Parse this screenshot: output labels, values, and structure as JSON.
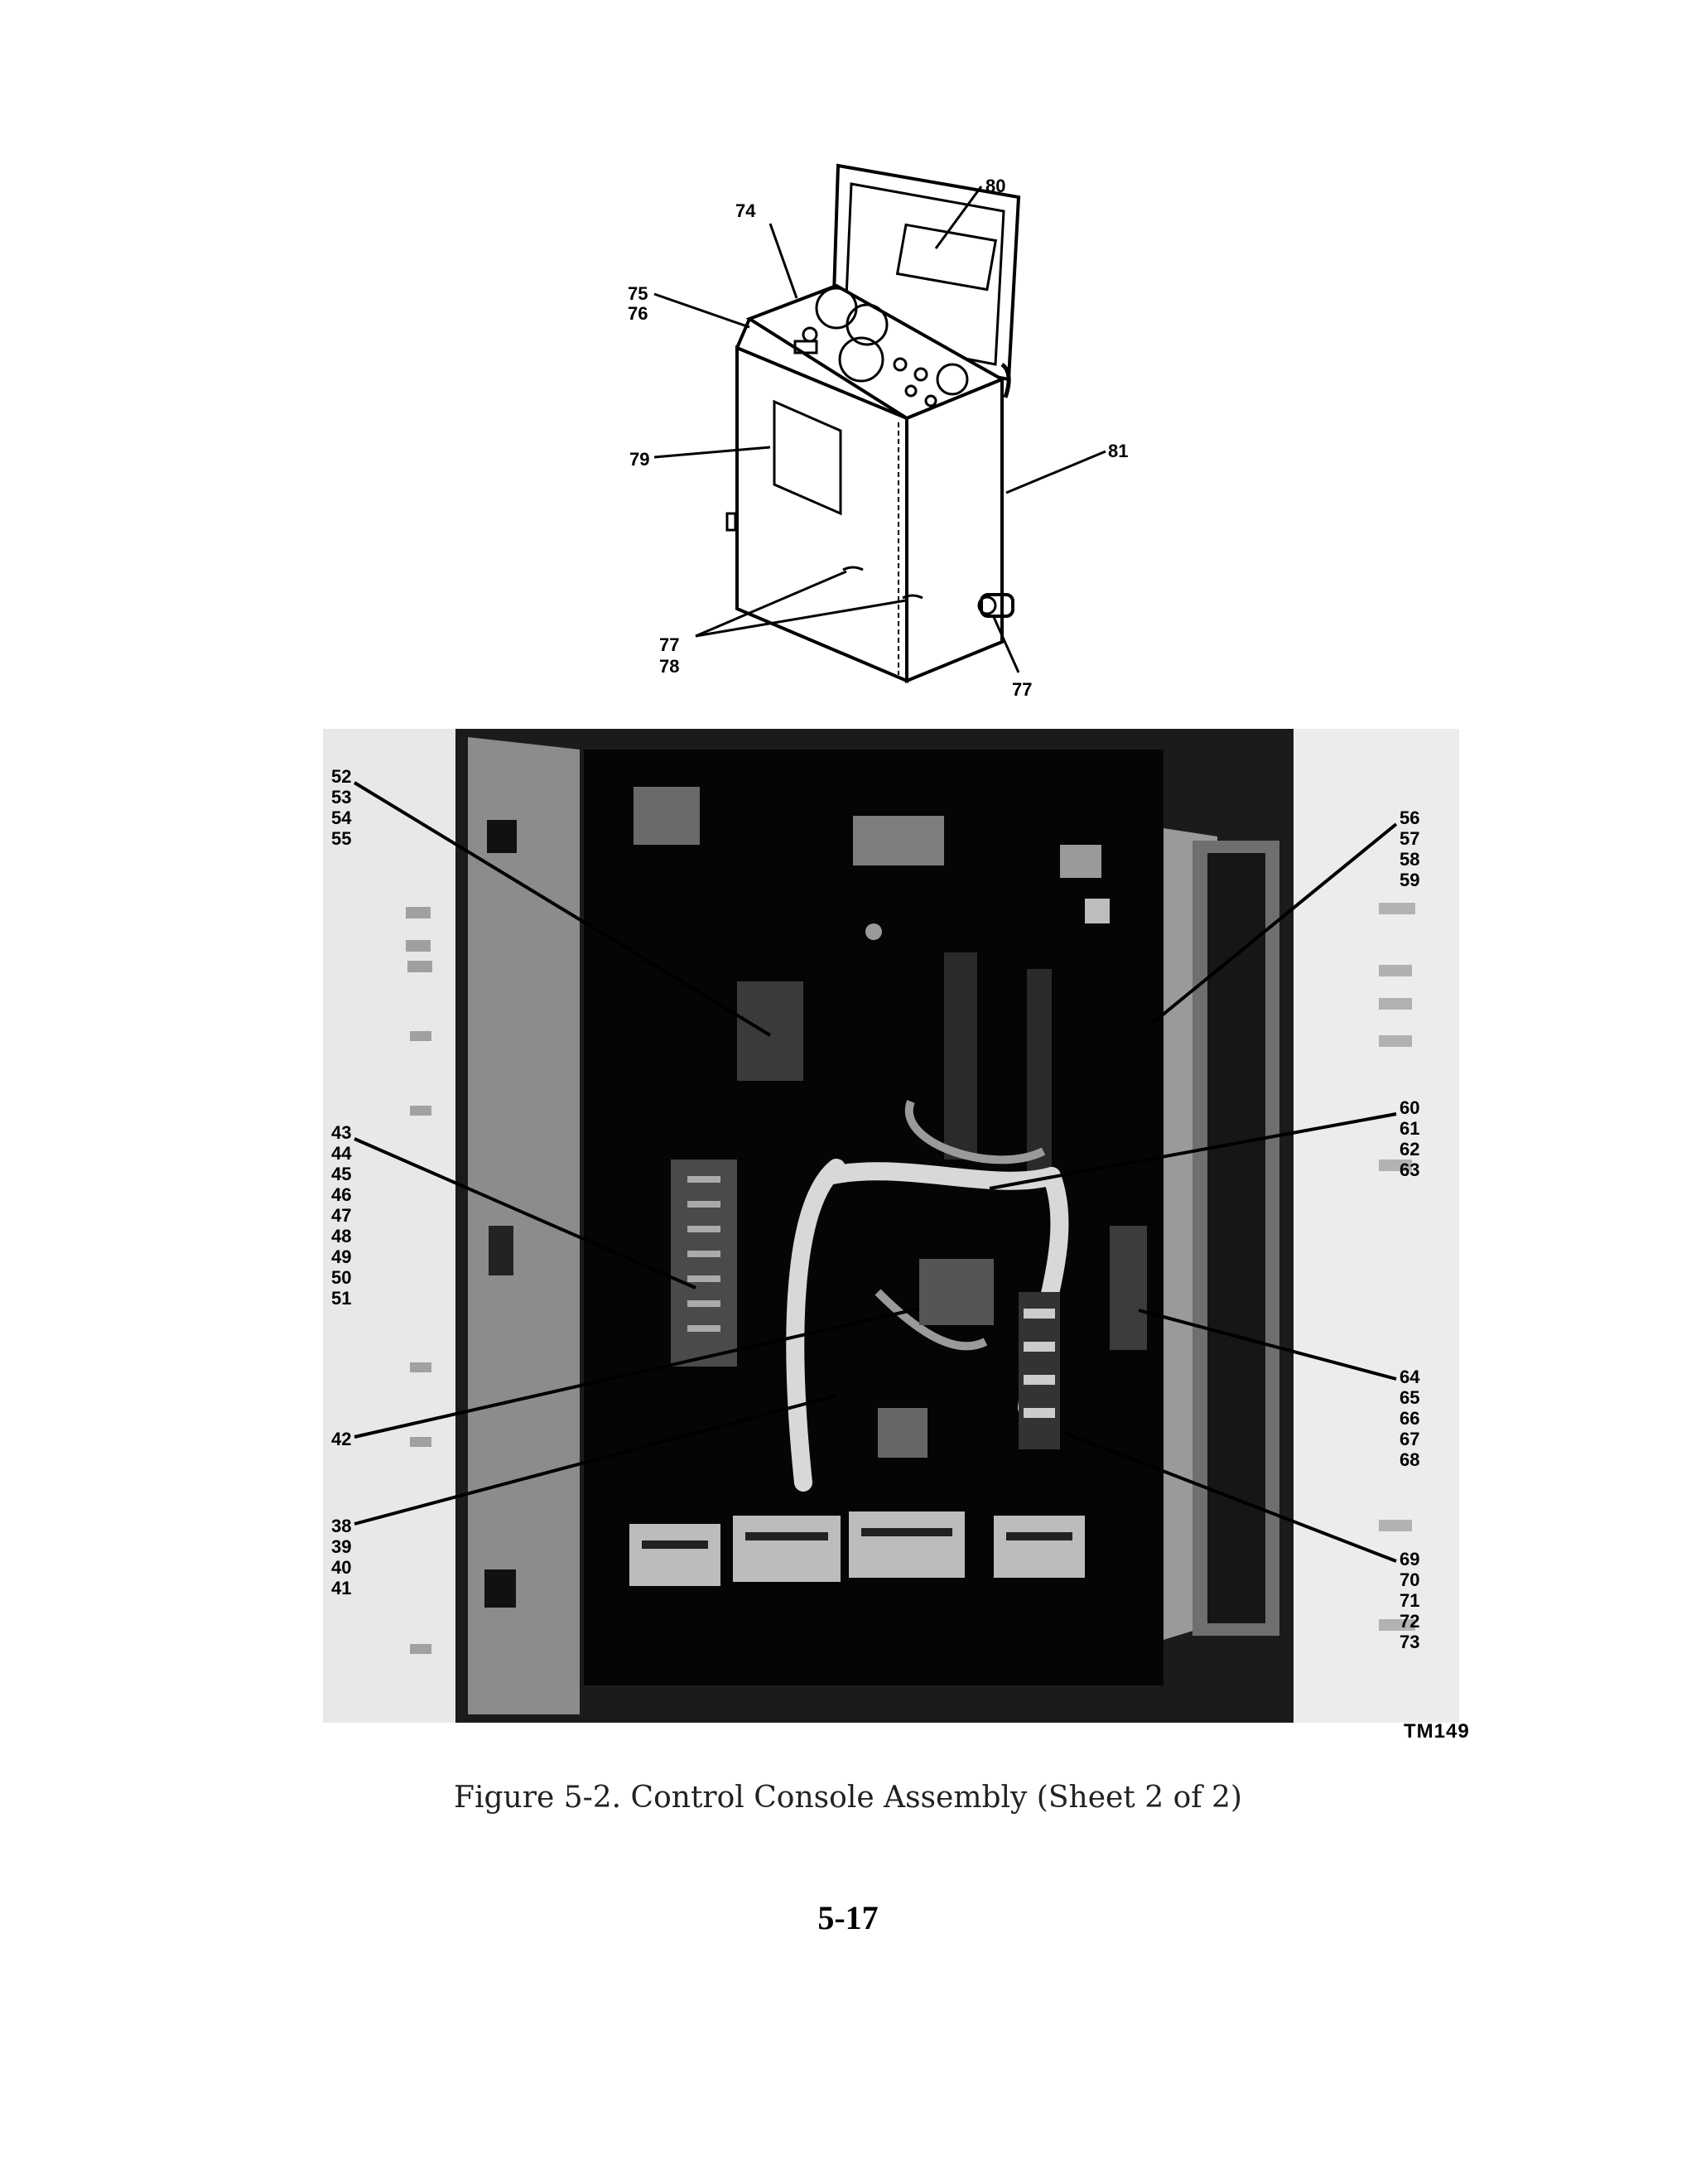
{
  "figure": {
    "caption": "Figure 5-2. Control Console Assembly (Sheet 2 of 2)",
    "tm_number": "TM149",
    "top_view_callouts": [
      "74",
      "75",
      "76",
      "79",
      "77",
      "78",
      "77",
      "80",
      "81"
    ],
    "photo_left_callouts": [
      "52",
      "53",
      "54",
      "55",
      "43",
      "44",
      "45",
      "46",
      "47",
      "48",
      "49",
      "50",
      "51",
      "42",
      "38",
      "39",
      "40",
      "41"
    ],
    "photo_right_callouts": [
      "56",
      "57",
      "58",
      "59",
      "60",
      "61",
      "62",
      "63",
      "64",
      "65",
      "66",
      "67",
      "68",
      "69",
      "70",
      "71",
      "72",
      "73"
    ]
  },
  "page": {
    "number": "5-17"
  }
}
